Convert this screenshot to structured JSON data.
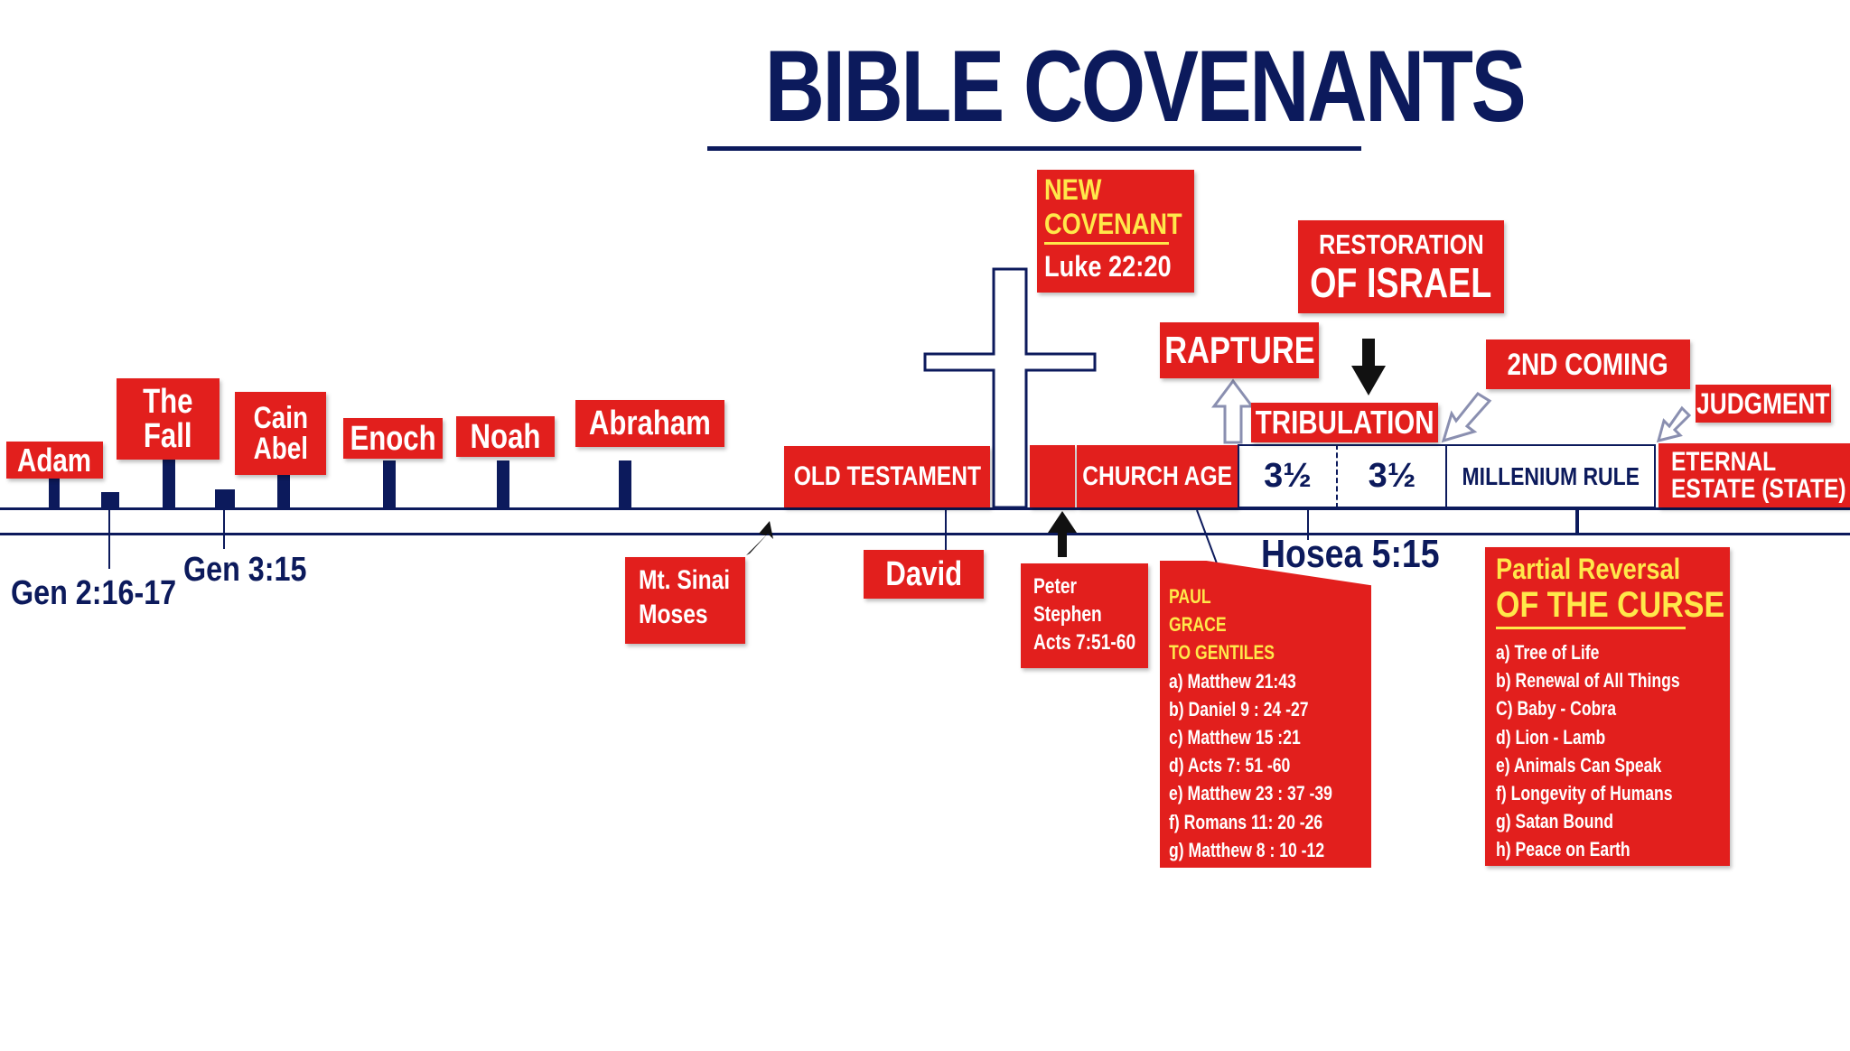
{
  "title": "BIBLE COVENANTS",
  "colors": {
    "red": "#e21f1d",
    "navy": "#0c1a5c",
    "yellow": "#ffe84a",
    "white": "#ffffff"
  },
  "labels": {
    "adam": "Adam",
    "fall_1": "The",
    "fall_2": "Fall",
    "cain": "Cain",
    "abel": "Abel",
    "enoch": "Enoch",
    "noah": "Noah",
    "abraham": "Abraham",
    "old_testament": "OLD TESTAMENT",
    "church_age": "CHURCH AGE",
    "half_1": "3½",
    "half_2": "3½",
    "millenium_rule": "MILLENIUM RULE",
    "eternal_1": "ETERNAL",
    "eternal_2": "ESTATE (STATE)",
    "judgment": "JUDGMENT",
    "second_coming": "2ND COMING",
    "tribulation": "TRIBULATION",
    "rapture": "RAPTURE",
    "restoration_1": "RESTORATION",
    "restoration_2": "OF ISRAEL",
    "new_covenant_1": "NEW",
    "new_covenant_2": "COVENANT",
    "new_covenant_ref": "Luke 22:20",
    "gen_216": "Gen 2:16-17",
    "gen_315": "Gen 3:15",
    "sinai_1": "Mt. Sinai",
    "sinai_2": "Moses",
    "david": "David",
    "peter_1": "Peter",
    "peter_2": "Stephen",
    "peter_3": "Acts 7:51-60",
    "hosea": "Hosea 5:15"
  },
  "paul_box": {
    "heading": [
      "PAUL",
      "GRACE",
      "TO GENTILES"
    ],
    "items": [
      "a) Matthew 21:43",
      "b) Daniel 9 : 24 -27",
      "c) Matthew 15 :21",
      "d) Acts 7: 51 -60",
      "e) Matthew 23 : 37 -39",
      "f) Romans 11: 20 -26",
      "g) Matthew 8 : 10 -12"
    ]
  },
  "curse_box": {
    "heading_1": "Partial Reversal",
    "heading_2": "OF THE CURSE",
    "items": [
      "a) Tree of Life",
      "b) Renewal of All Things",
      "C) Baby - Cobra",
      "d) Lion - Lamb",
      "e) Animals Can Speak",
      "f) Longevity of Humans",
      "g) Satan Bound",
      "h) Peace on Earth"
    ]
  }
}
